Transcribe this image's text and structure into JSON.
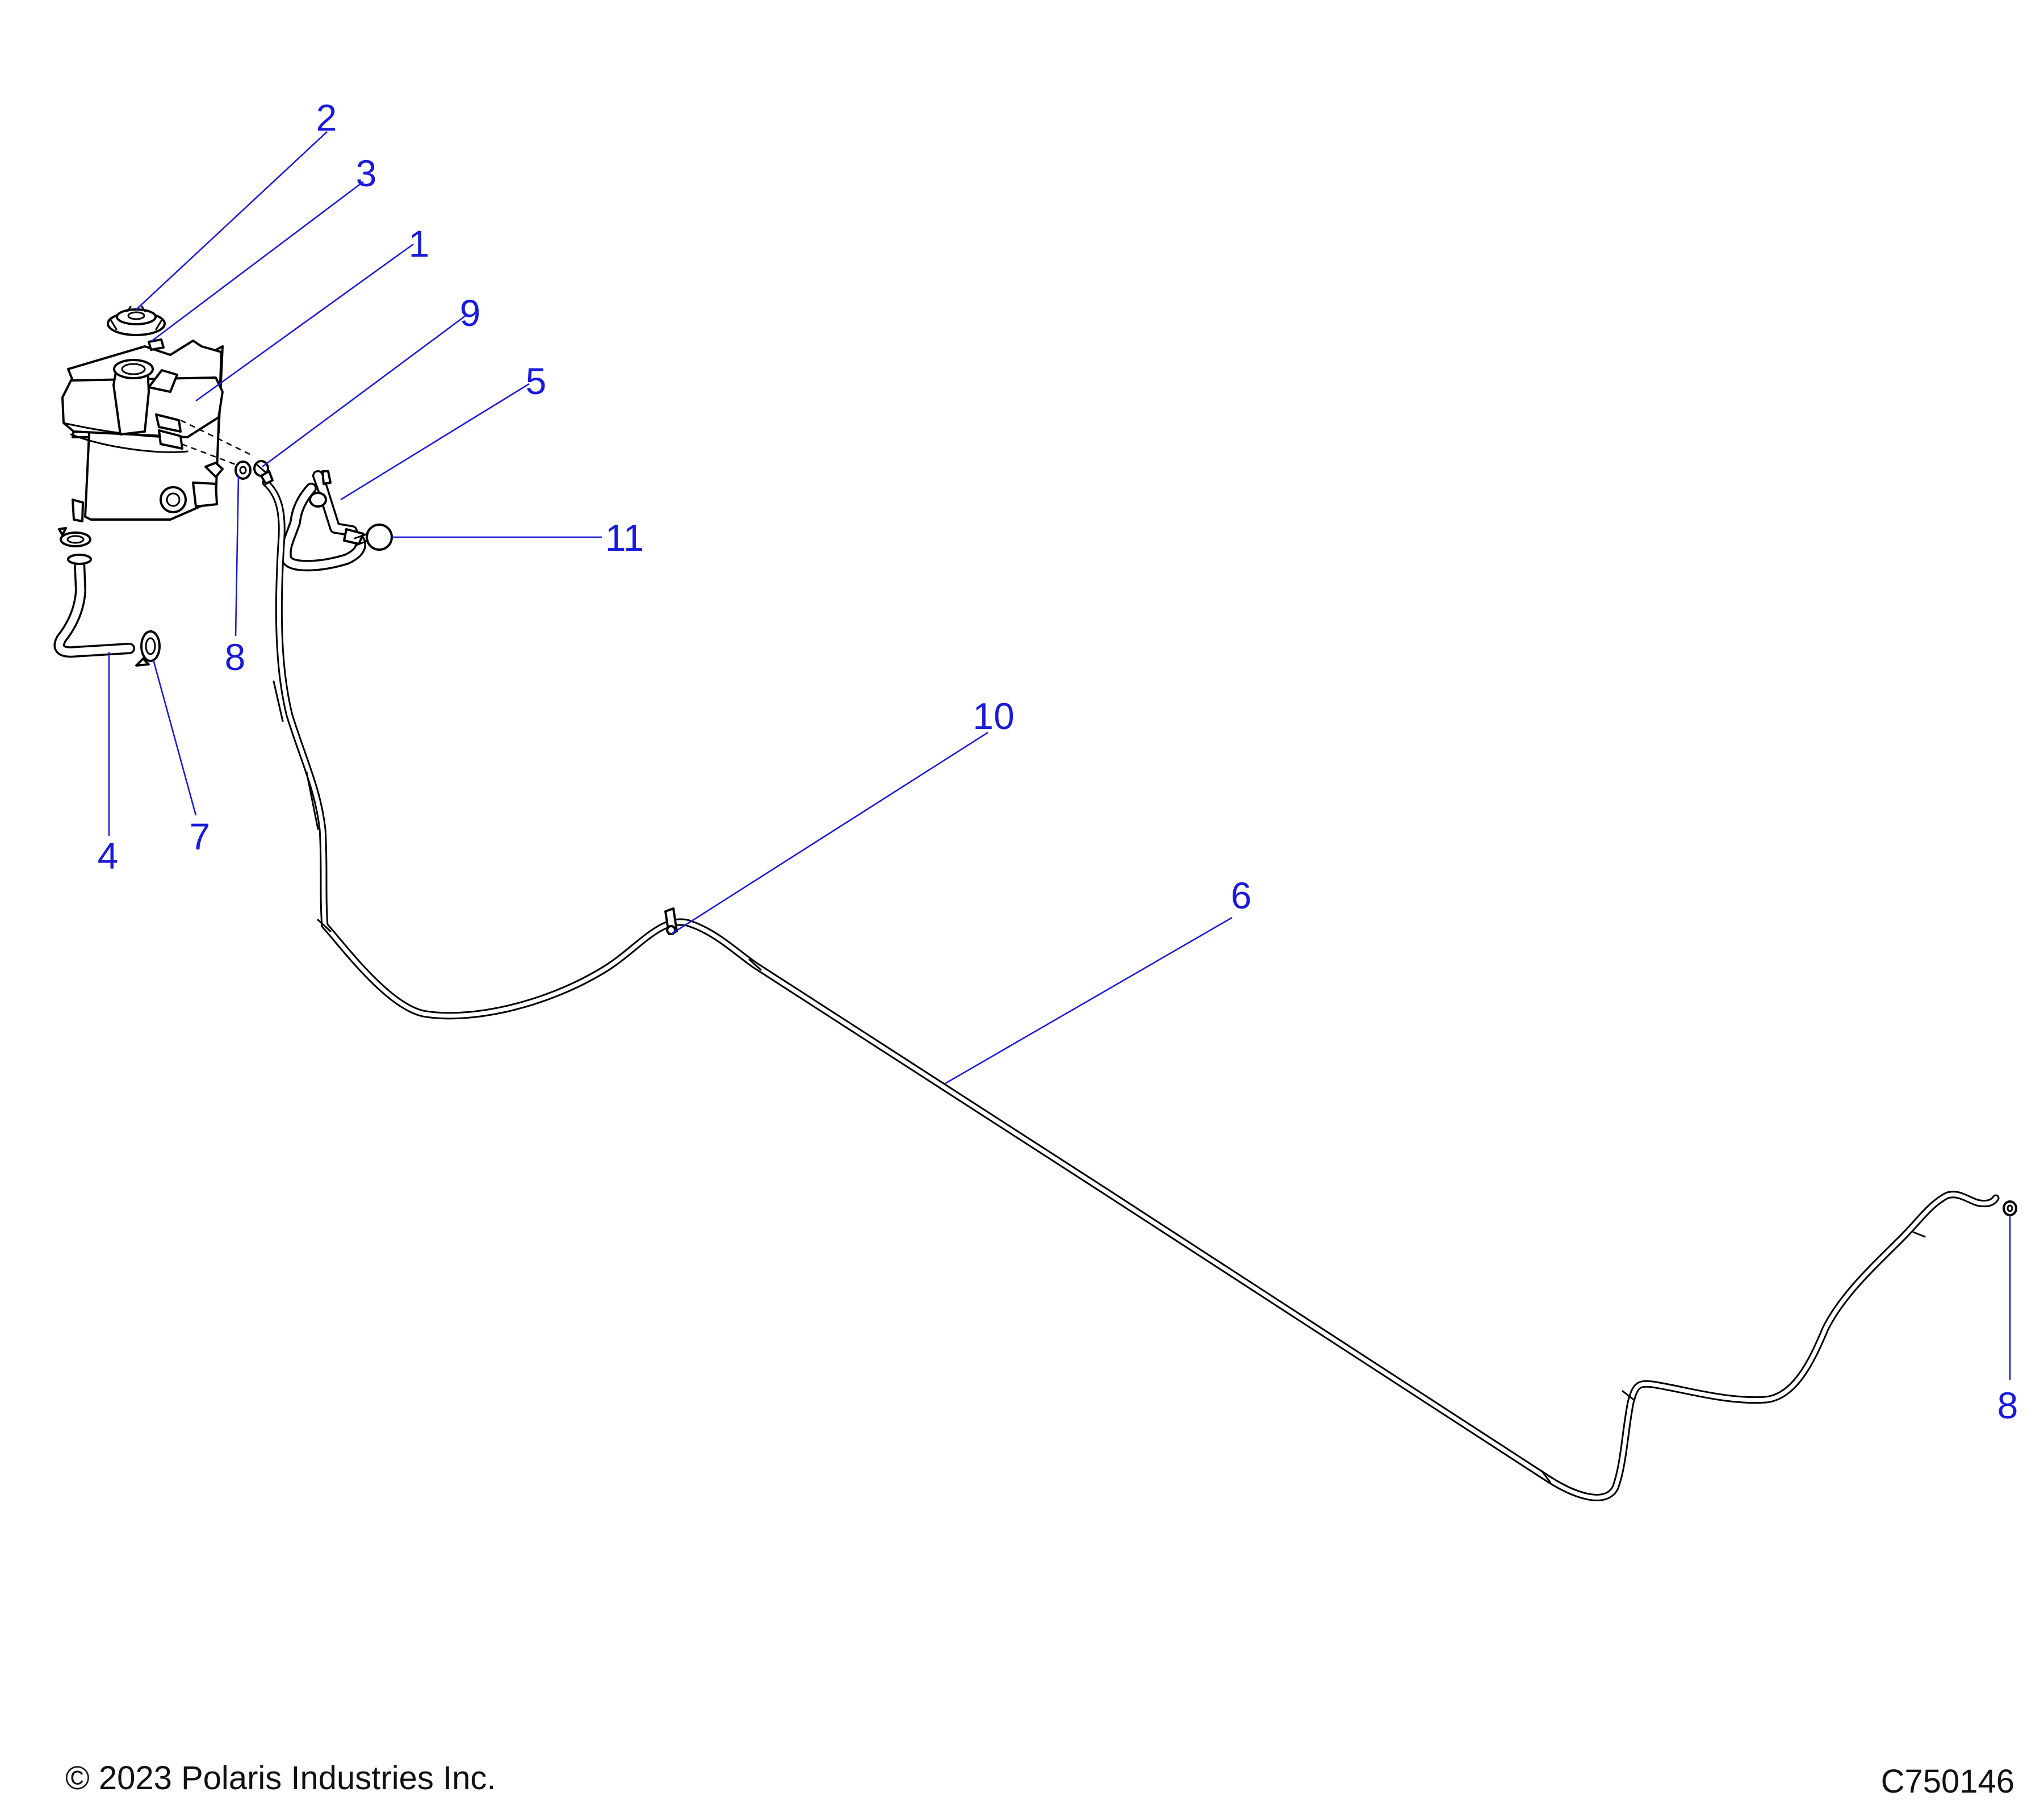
{
  "diagram": {
    "callouts": [
      {
        "id": "c1",
        "label": "1"
      },
      {
        "id": "c2",
        "label": "2"
      },
      {
        "id": "c3",
        "label": "3"
      },
      {
        "id": "c4",
        "label": "4"
      },
      {
        "id": "c5",
        "label": "5"
      },
      {
        "id": "c6",
        "label": "6"
      },
      {
        "id": "c7",
        "label": "7"
      },
      {
        "id": "c8a",
        "label": "8"
      },
      {
        "id": "c8b",
        "label": "8"
      },
      {
        "id": "c9",
        "label": "9"
      },
      {
        "id": "c10",
        "label": "10"
      },
      {
        "id": "c11",
        "label": "11"
      }
    ],
    "callout_color": "#1a1ad8",
    "line_color": "#000000"
  },
  "footer": {
    "copyright": "© 2023 Polaris Industries Inc.",
    "figure_code": "C750146"
  }
}
